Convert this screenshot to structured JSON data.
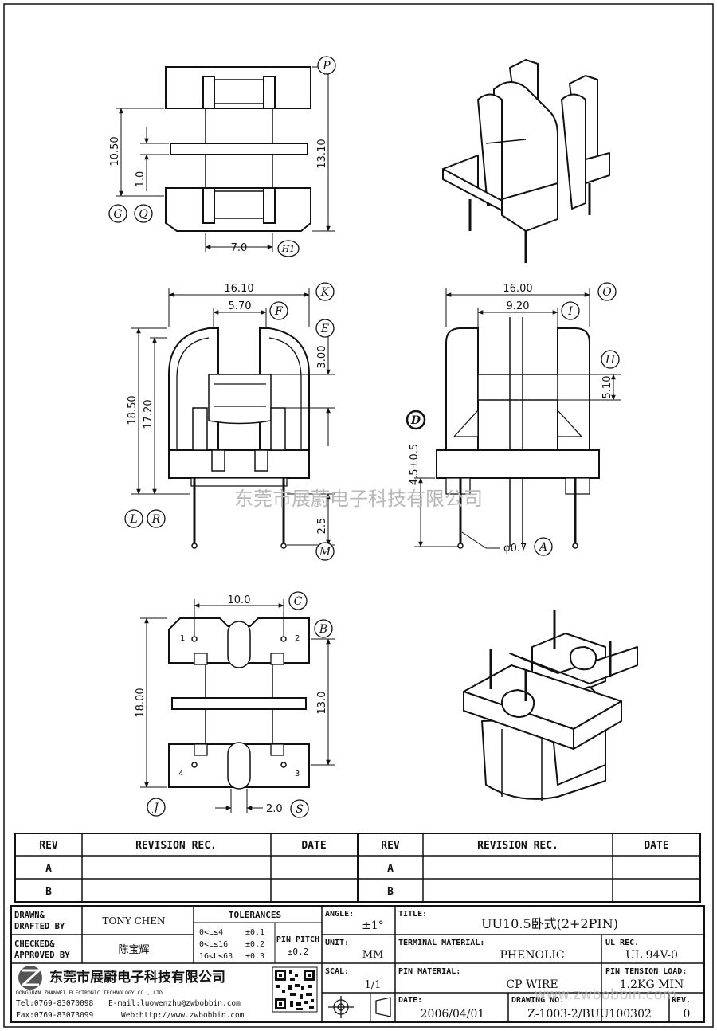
{
  "dims": {
    "top_width": "7.0",
    "top_height": "13.10",
    "top_inner": "10.50",
    "top_flange": "1.0",
    "front_width": "16.10",
    "front_slot": "5.70",
    "front_gap": "3.00",
    "front_h1": "18.50",
    "front_h2": "17.20",
    "front_pin": "2.5",
    "side_width": "16.00",
    "side_inner": "9.20",
    "side_h": "5.10",
    "side_pin": "4.5±0.5",
    "side_dia": "φ0.7",
    "bottom_pitch": "10.0",
    "bottom_len": "18.00",
    "bottom_span": "13.0",
    "bottom_slot": "2.0",
    "pin_numbers": [
      "1",
      "2",
      "3",
      "4"
    ]
  },
  "callouts": {
    "P": "P",
    "G": "G",
    "Q": "Q",
    "H1": "H1",
    "K": "K",
    "F": "F",
    "E": "E",
    "L": "L",
    "R": "R",
    "M": "M",
    "O": "O",
    "I": "I",
    "H": "H",
    "D": "D",
    "A": "A",
    "C": "C",
    "B": "B",
    "J": "J",
    "S": "S"
  },
  "watermark": "东莞市展蔚电子科技有限公司",
  "revision_table": {
    "headers": [
      "REV",
      "REVISION REC.",
      "DATE",
      "REV",
      "REVISION REC.",
      "DATE"
    ],
    "rows": [
      [
        "A",
        "",
        "",
        "A",
        "",
        ""
      ],
      [
        "B",
        "",
        "",
        "B",
        "",
        ""
      ]
    ]
  },
  "title_block": {
    "drawn_label": "DRAWN&\nDRAFTED BY",
    "drawn_by": "TONY CHEN",
    "checked_label": "CHECKED&\nAPPROVED BY",
    "approved_by": "陈宝辉",
    "tolerances_label": "TOLERANCES",
    "tolerance_rows": [
      [
        "0<L≤4",
        "±0.1"
      ],
      [
        "0<L≤16",
        "±0.2"
      ],
      [
        "16<L≤63",
        "±0.3"
      ]
    ],
    "pin_pitch_label": "PIN PITCH",
    "pin_pitch_value": "±0.2",
    "angle_label": "ANGLE:",
    "angle_value": "±1°",
    "unit_label": "UNIT:",
    "unit_value": "MM",
    "scale_label": "SCAL:",
    "scale_value": "1/1",
    "title_label": "TITLE:",
    "title_value": "UU10.5卧式(2+2PIN)",
    "terminal_label": "TERMINAL MATERIAL:",
    "terminal_value": "PHENOLIC",
    "ul_label": "UL REC.",
    "ul_value": "UL 94V-0",
    "pin_material_label": "PIN MATERIAL:",
    "pin_material_value": "CP WIRE",
    "tension_label": "PIN TENSION LOAD:",
    "tension_value": "1.2KG MIN",
    "date_label": "DATE:",
    "date_value": "2006/04/01",
    "drawing_no_label": "DRAWING NO.",
    "drawing_no_value": "Z-1003-2/BUU100302",
    "rev_label": "REV.",
    "rev_value": "0",
    "company_cn": "东莞市展蔚电子科技有限公司",
    "company_en": "DONGGUAN ZHANWEI ELECTRONIC TECHNOLOGY CO., LTD.",
    "tel": "Tel:0769-83070098",
    "email": "E-mail:luowenzhu@zwbobbin.com",
    "fax": "Fax:0769-83073099",
    "web": "Web:http://www.zwbobbin.com",
    "web_watermark": "www.zwbobbin.com"
  }
}
